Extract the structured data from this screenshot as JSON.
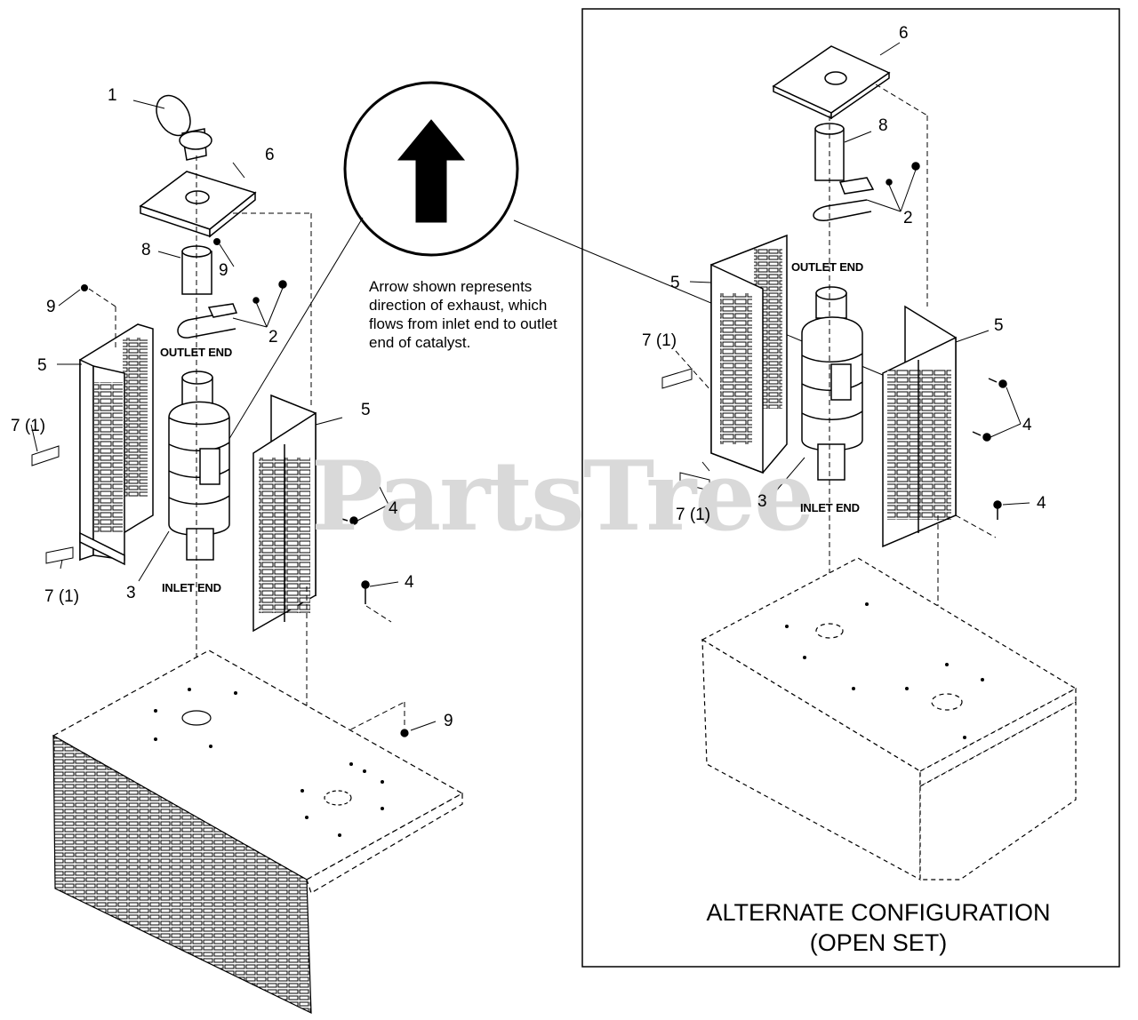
{
  "callouts": {
    "c1": "1",
    "c6_left": "6",
    "c8_left": "8",
    "c9_top": "9",
    "c9_upper": "9",
    "c2_left": "2",
    "c5_left": "5",
    "c5_right": "5",
    "c7_left_top": "7 (1)",
    "c7_left_bottom": "7 (1)",
    "c4_left_a": "4",
    "c4_left_b": "4",
    "c3_left": "3",
    "c9_base": "9",
    "c6_alt": "6",
    "c8_alt": "8",
    "c2_alt": "2",
    "c5_alt_left": "5",
    "c5_alt_right": "5",
    "c7_alt_top": "7 (1)",
    "c7_alt_bottom": "7 (1)",
    "c4_alt_a": "4",
    "c4_alt_b": "4",
    "c3_alt": "3"
  },
  "labels": {
    "outlet_end_left": "OUTLET END",
    "inlet_end_left": "INLET END",
    "outlet_end_alt": "OUTLET END",
    "inlet_end_alt": "INLET END"
  },
  "note": "Arrow shown represents direction of exhaust, which flows from inlet end to outlet end of catalyst.",
  "alternate_title_line1": "ALTERNATE CONFIGURATION",
  "alternate_title_line2": "(OPEN SET)",
  "watermark": "PartsTree"
}
